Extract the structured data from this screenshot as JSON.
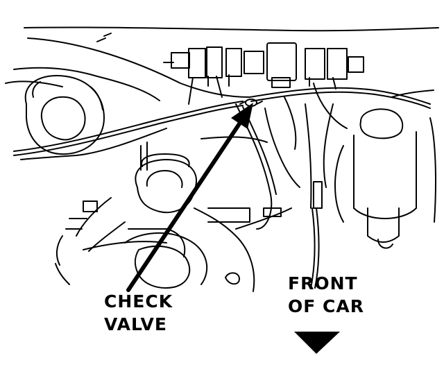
{
  "diagram": {
    "callouts": {
      "check_valve": {
        "line1": "CHECK",
        "line2": "VALVE"
      },
      "front_of_car": {
        "line1": "FRONT",
        "line2": "OF CAR"
      }
    },
    "colors": {
      "ink": "#000000",
      "paper": "#ffffff"
    },
    "icons": [
      "down-arrow-icon",
      "pointer-arrow"
    ]
  }
}
